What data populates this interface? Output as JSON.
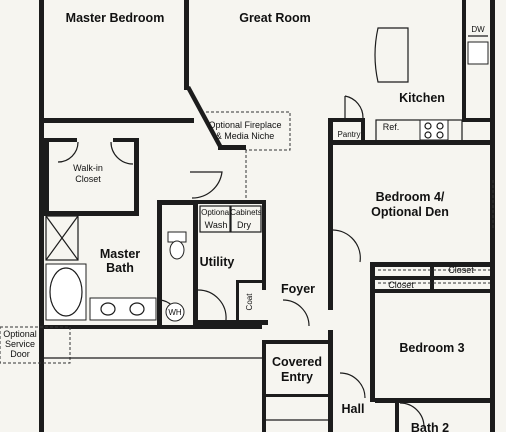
{
  "rooms": {
    "master_bedroom": "Master Bedroom",
    "great_room": "Great Room",
    "kitchen": "Kitchen",
    "dw": "DW",
    "pantry": "Pantry",
    "ref": "Ref.",
    "fireplace_line1": "Optional Fireplace",
    "fireplace_line2": "& Media Niche",
    "walkin_line1": "Walk-in",
    "walkin_line2": "Closet",
    "bedroom4_line1": "Bedroom 4/",
    "bedroom4_line2": "Optional Den",
    "optional": "Optional",
    "cabinets": "Cabinets",
    "wash": "Wash",
    "dry": "Dry",
    "master_bath_line1": "Master",
    "master_bath_line2": "Bath",
    "utility": "Utility",
    "foyer": "Foyer",
    "coat": "Coat",
    "wh": "WH",
    "closet_upper": "Closet",
    "closet_lower": "Closet",
    "service_door_line1": "Optional",
    "service_door_line2": "Service",
    "service_door_line3": "Door",
    "bedroom3": "Bedroom 3",
    "covered_entry_line1": "Covered",
    "covered_entry_line2": "Entry",
    "hall": "Hall",
    "bath2": "Bath 2"
  }
}
